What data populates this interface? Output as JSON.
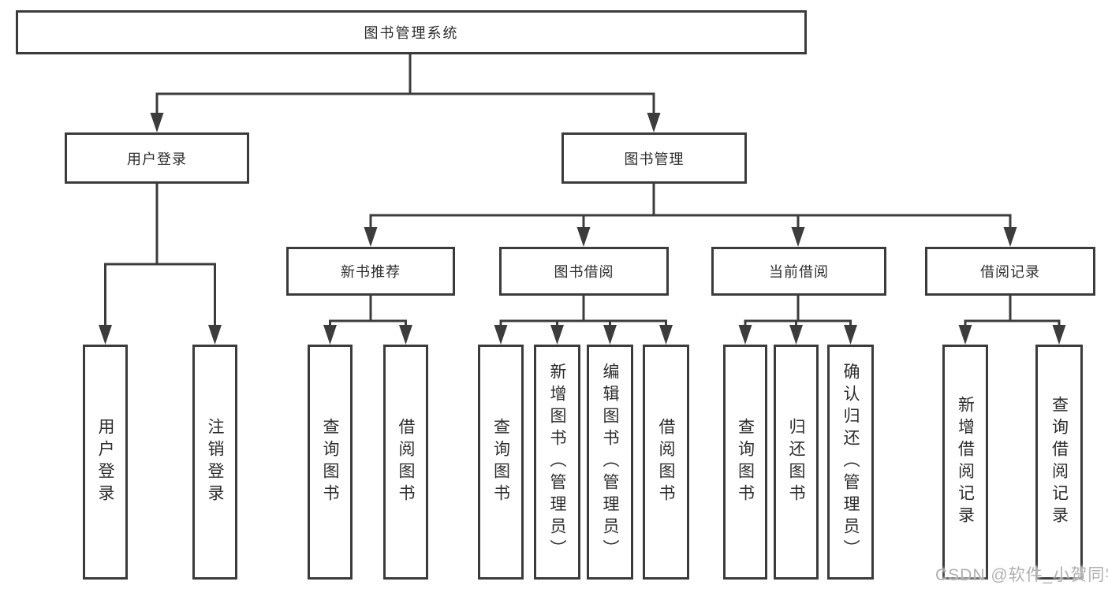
{
  "nodes": {
    "root": {
      "label": "图书管理系统"
    },
    "user_login": {
      "label": "用户登录"
    },
    "book_mgmt": {
      "label": "图书管理"
    },
    "new_books": {
      "label": "新书推荐"
    },
    "book_borrow": {
      "label": "图书借阅"
    },
    "current_borrow": {
      "label": "当前借阅"
    },
    "borrow_records": {
      "label": "借阅记录"
    },
    "user_login_children": [
      "用户登录",
      "注销登录"
    ],
    "new_books_children": [
      "查询图书",
      "借阅图书"
    ],
    "book_borrow_children": [
      "查询图书",
      "新增图书（管理员）",
      "编辑图书（管理员）",
      "借阅图书"
    ],
    "current_borrow_children": [
      "查询图书",
      "归还图书",
      "确认归还（管理员）"
    ],
    "borrow_records_children": [
      "新增借阅记录",
      "查询借阅记录"
    ]
  },
  "watermark": "CSDN @软件_小贺同学",
  "colors": {
    "line": "#3c3c3c",
    "border": "#3b3b3b",
    "text": "#2d2d2d",
    "watermark": "#b0b0b0",
    "background": "#ffffff"
  }
}
